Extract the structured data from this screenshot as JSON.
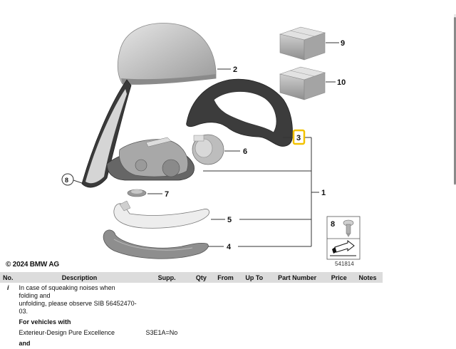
{
  "diagram": {
    "callouts": [
      "2",
      "9",
      "10",
      "3",
      "6",
      "8",
      "7",
      "5",
      "4",
      "1"
    ],
    "selected_callout": "3",
    "hardware_box_label": "8",
    "image_number": "541814",
    "copyright": "© 2024 BMW AG"
  },
  "table": {
    "headers": [
      "No.",
      "Description",
      "Supp.",
      "Qty",
      "From",
      "Up To",
      "Part Number",
      "Price",
      "Notes"
    ],
    "rows": [
      {
        "no": "i",
        "description_lines": [
          "In case of squeaking noises when",
          "folding and",
          "unfolding, please observe SIB 56452470-",
          "03."
        ],
        "supp": ""
      },
      {
        "no": "",
        "description_lines": [
          "For vehicles with"
        ],
        "bold": true,
        "supp": ""
      },
      {
        "no": "",
        "description_lines": [
          "Exterieur-Design Pure Excellence"
        ],
        "supp": "S3E1A=No"
      },
      {
        "no": "",
        "description_lines": [
          "and"
        ],
        "bold": true,
        "supp": ""
      }
    ]
  },
  "colors": {
    "highlight": "#f2c200",
    "line": "#333333",
    "header_bg": "#dcdcdc"
  }
}
